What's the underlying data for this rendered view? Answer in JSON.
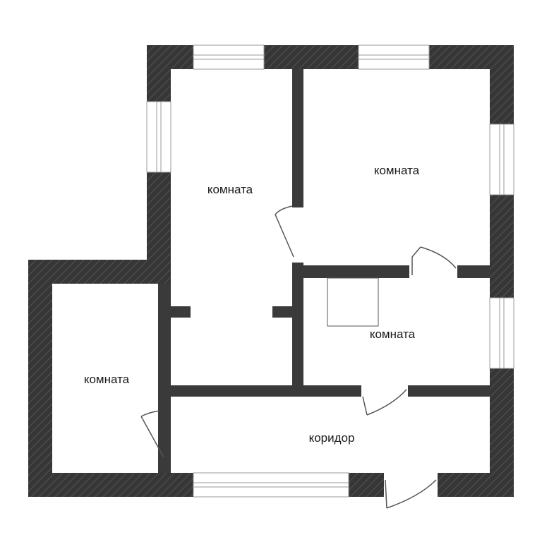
{
  "rooms": [
    {
      "label": "комната"
    },
    {
      "label": "комната"
    },
    {
      "label": "комната"
    },
    {
      "label": "комната"
    },
    {
      "label": "коридор"
    }
  ],
  "colors": {
    "wall": "#3a3a3a",
    "wall_hatch": "#4a4a4a",
    "background": "#ffffff",
    "window_line": "#9a9a9a",
    "door_line": "#555555"
  }
}
